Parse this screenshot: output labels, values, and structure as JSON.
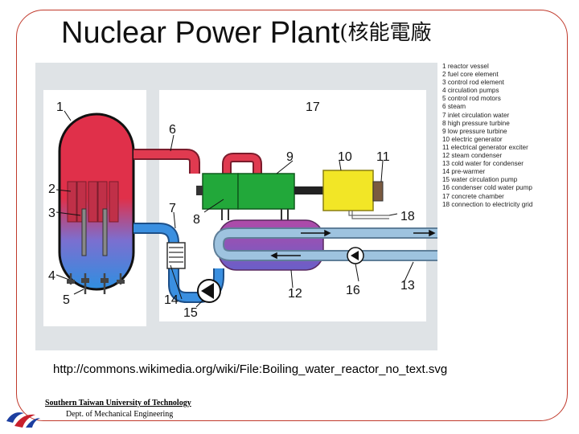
{
  "title": {
    "main": "Nuclear Power Plant",
    "cjk": "(核能電廠"
  },
  "legend": [
    "1 reactor vessel",
    "2 fuel core element",
    "3 control rod element",
    "4 circulation pumps",
    "5 control rod motors",
    "6 steam",
    "7 inlet circulation water",
    "8 high pressure turbine",
    "9 low pressure turbine",
    "10 electric generator",
    "11 electrical generator exciter",
    "12 steam condenser",
    "13 cold water for condenser",
    "14 pre-warmer",
    "15 water circulation pump",
    "16 condenser cold water pump",
    "17 concrete chamber",
    "18 connection to electricity grid"
  ],
  "diagram_labels": [
    "1",
    "2",
    "3",
    "4",
    "5",
    "6",
    "7",
    "8",
    "9",
    "10",
    "11",
    "12",
    "13",
    "14",
    "15",
    "16",
    "17",
    "18"
  ],
  "source": "http://commons.wikimedia.org/wiki/File:Boiling_water_reactor_no_text.svg",
  "footer": {
    "school": "Southern Taiwan University of Technology",
    "dept": "Dept. of Mechanical Engineering"
  },
  "colors": {
    "frame": "#c0392b",
    "reactor_top": "#e0304a",
    "reactor_bottom": "#2f8fe0",
    "steam": "#e03a50",
    "water": "#3a8fe0",
    "turbine": "#22a83a",
    "generator": "#f2e626",
    "cold_water": "#9ec3df",
    "condenser": "#b04aa8",
    "panel": "#dfe3e6",
    "pool": "#7fc4f0"
  }
}
